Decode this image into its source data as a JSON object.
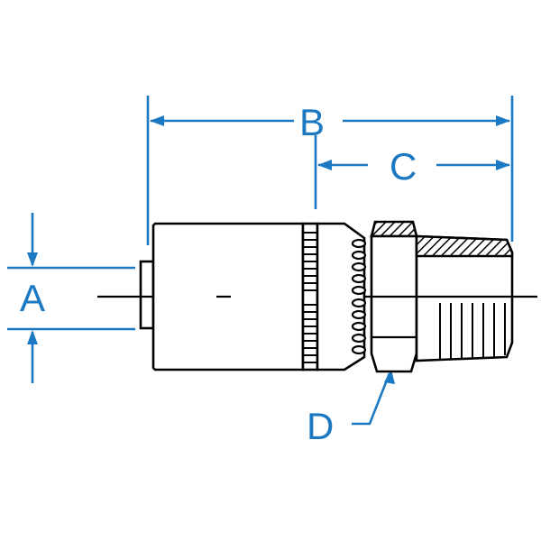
{
  "colors": {
    "line": "#000000",
    "dimension": "#1b78c2",
    "background": "#ffffff"
  },
  "labels": {
    "a": "A",
    "b": "B",
    "c": "C",
    "d": "D"
  }
}
